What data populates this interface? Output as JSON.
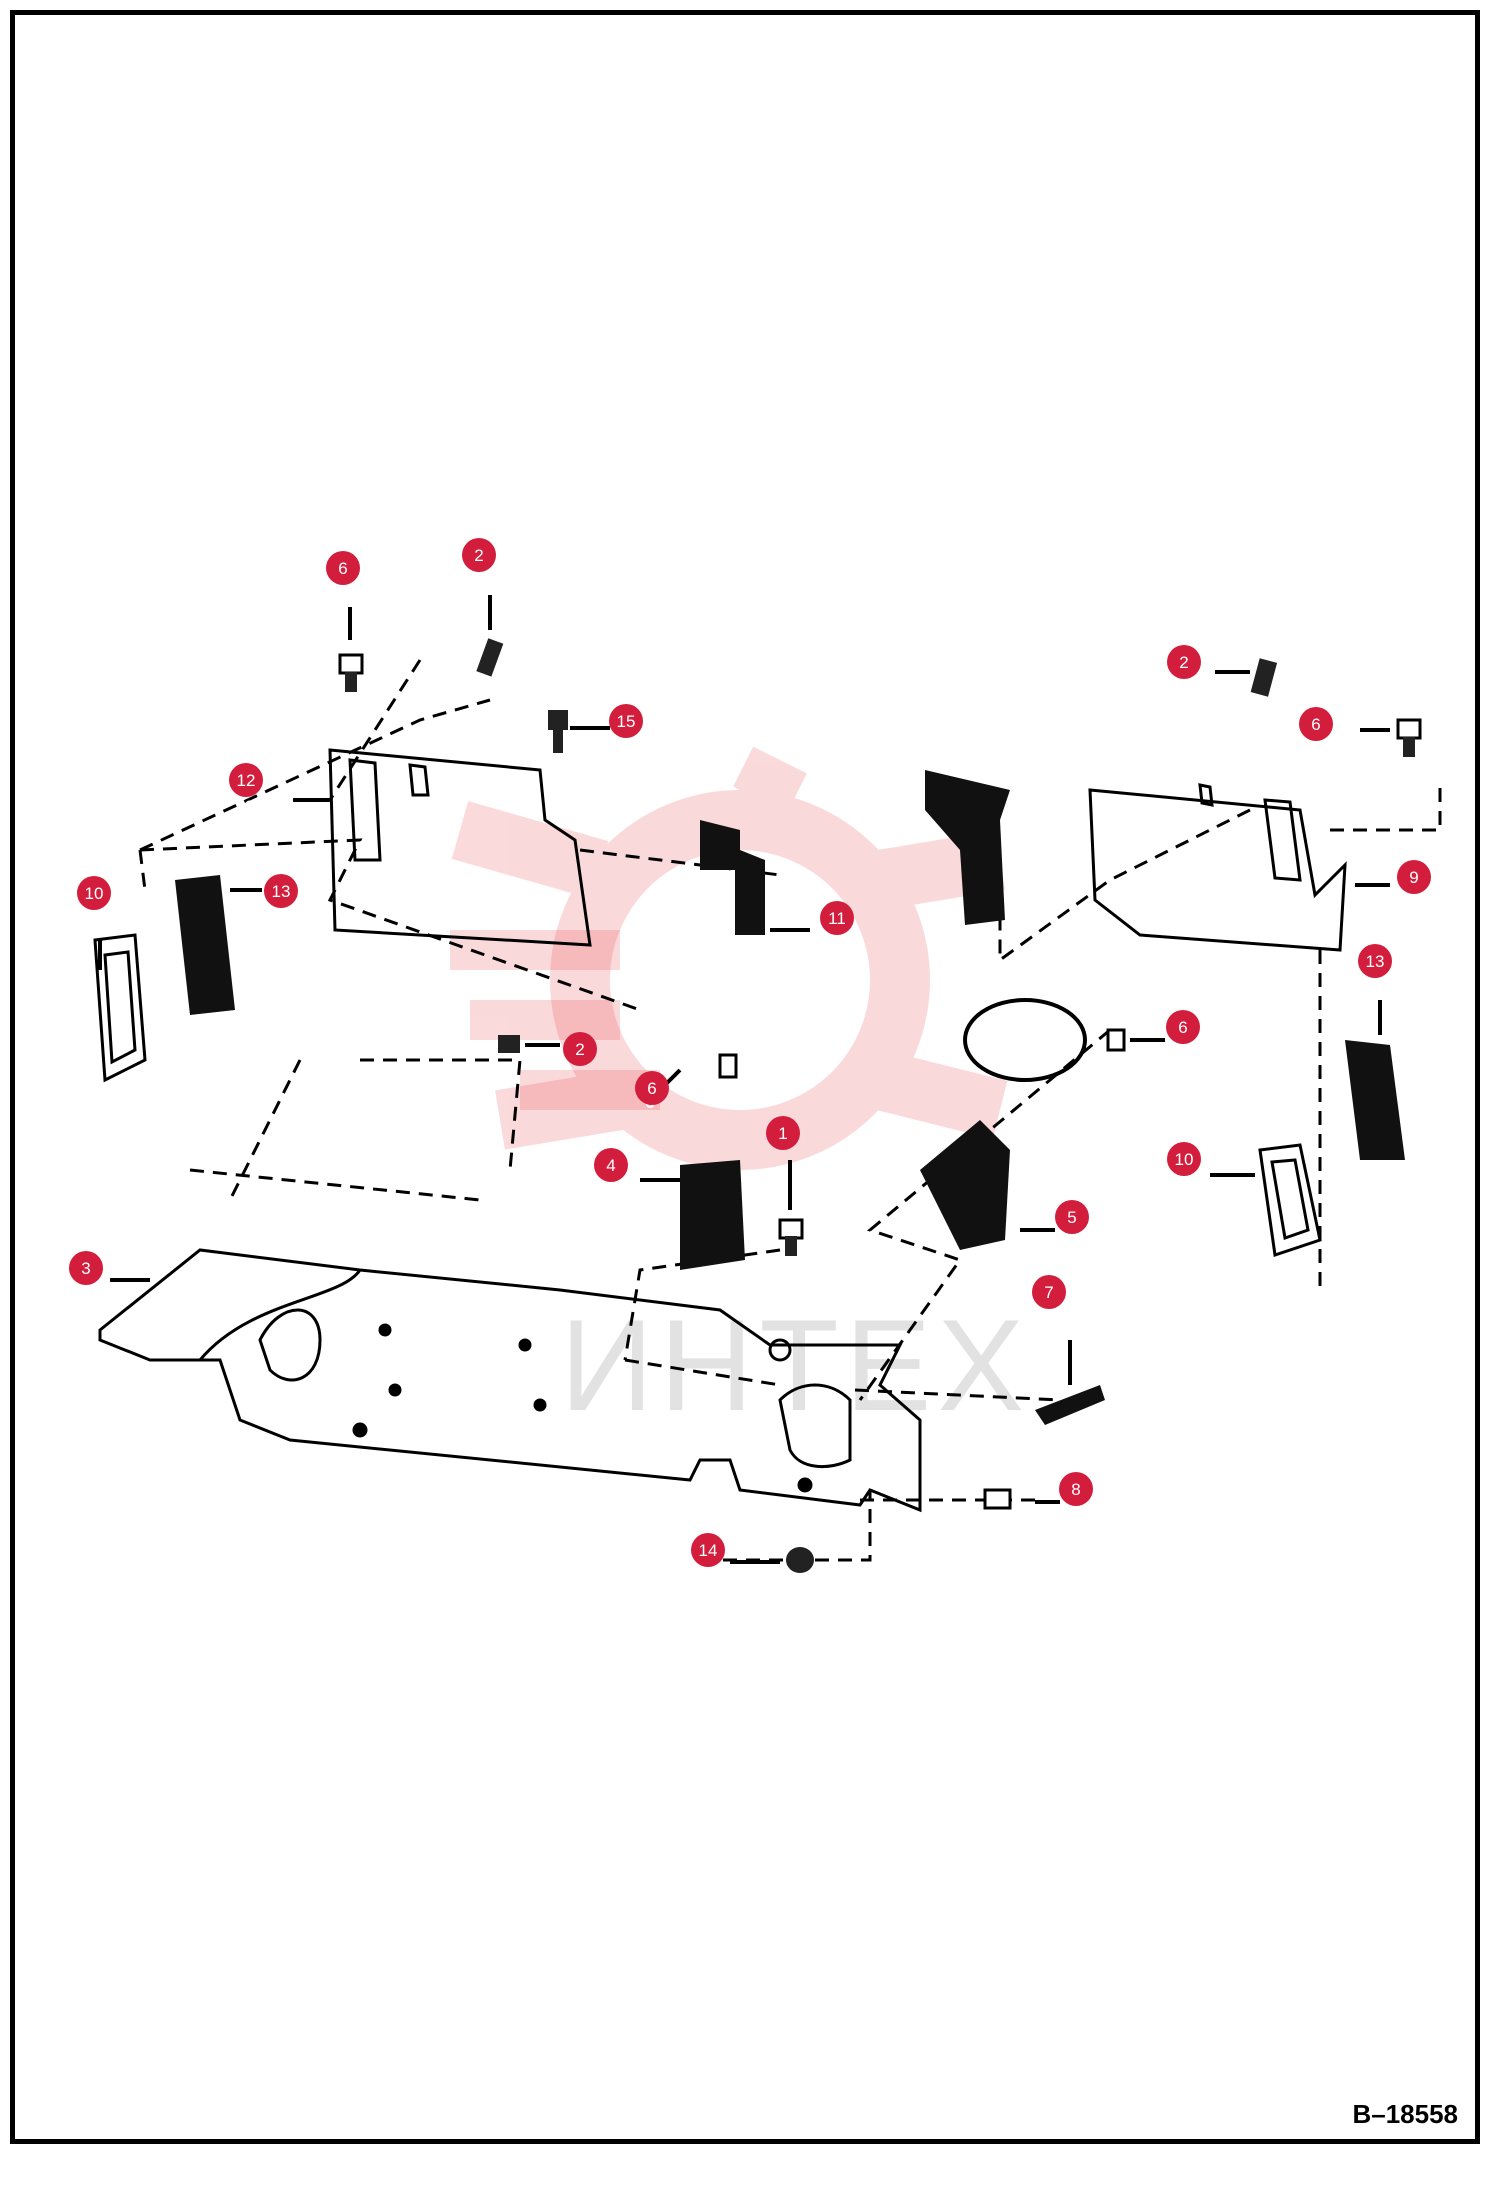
{
  "figure_id": "B–18558",
  "watermark": {
    "text": "ИНТЕХ",
    "color": "#e8323c"
  },
  "callout_color": "#d21e3c",
  "callouts": [
    {
      "label": "6",
      "plain": "6"
    },
    {
      "label": "2",
      "plain": "2"
    },
    {
      "label": "15",
      "plain": "15"
    },
    {
      "label": "12",
      "plain": "12"
    },
    {
      "label": "10",
      "plain": "10"
    },
    {
      "label": "13",
      "plain": "13"
    },
    {
      "label": "11",
      "plain": "11"
    },
    {
      "label": "2",
      "plain": "2"
    },
    {
      "label": "6",
      "plain": "6"
    },
    {
      "label": "1",
      "plain": ""
    },
    {
      "label": "4",
      "plain": "4"
    },
    {
      "label": "3",
      "plain": "3"
    },
    {
      "label": "2",
      "plain": "2"
    },
    {
      "label": "6",
      "plain": "6"
    },
    {
      "label": "9",
      "plain": "9"
    },
    {
      "label": "13",
      "plain": "13"
    },
    {
      "label": "6",
      "plain": "6"
    },
    {
      "label": "10",
      "plain": "10"
    },
    {
      "label": "5",
      "plain": "5"
    },
    {
      "label": "7",
      "plain": "7"
    },
    {
      "label": "8",
      "plain": "8"
    },
    {
      "label": "14",
      "plain": "14"
    }
  ]
}
